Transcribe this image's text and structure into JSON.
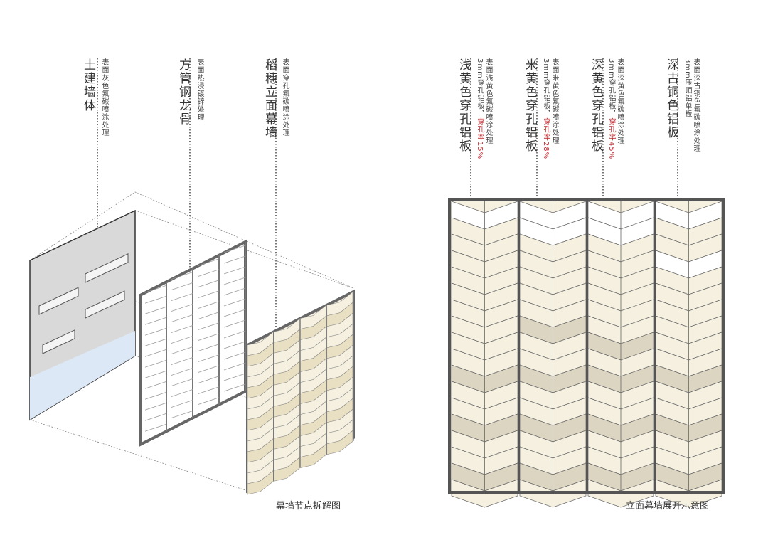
{
  "left_diagram": {
    "caption": "幕墙节点拆解图",
    "labels": [
      {
        "title": "土建墙体",
        "note": "表面灰色氟碳喷涂处理"
      },
      {
        "title": "方管钢龙骨",
        "note": "表面热浸镀锌处理"
      },
      {
        "title": "稻穗立面幕墙",
        "note": "表面穿孔氟碳喷涂处理"
      }
    ]
  },
  "right_diagram": {
    "caption": "立面幕墙展开示意图",
    "labels": [
      {
        "title": "浅黄色穿孔铝板",
        "spec": "3mm穿孔铝板，",
        "rate": "穿孔率15%",
        "note": "表面浅黄色氟碳喷涂处理"
      },
      {
        "title": "米黄色穿孔铝板",
        "spec": "3mm穿孔铝板，",
        "rate": "穿孔率28%",
        "note": "表面米黄色氟碳喷涂处理"
      },
      {
        "title": "深黄色穿孔铝板",
        "spec": "3mm穿孔铝板，",
        "rate": "穿孔率45%",
        "note": "表面深黄色氟碳喷涂处理"
      },
      {
        "title": "深古铜色铝板",
        "spec": "3mm压顶铝单板",
        "rate": "",
        "note": "表面深古铜色氟碳喷涂处理"
      }
    ]
  },
  "colors": {
    "panel_light": "#f5f0df",
    "panel_dark": "#dcd5c2",
    "frame": "#555555",
    "wall": "#d9d9d9",
    "rate_red": "#c0282d"
  }
}
